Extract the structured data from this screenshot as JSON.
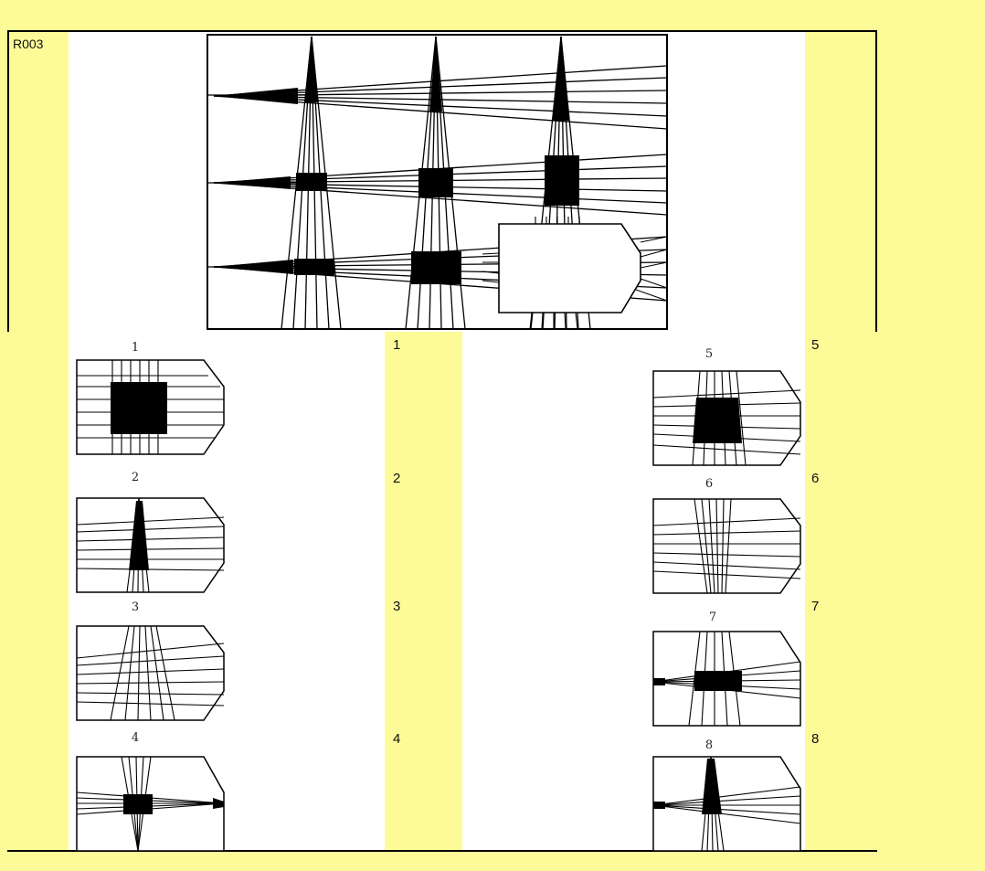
{
  "item_id": "R003",
  "options": [
    {
      "label": "1",
      "caption": "1"
    },
    {
      "label": "2",
      "caption": "2"
    },
    {
      "label": "3",
      "caption": "3"
    },
    {
      "label": "4",
      "caption": "4"
    },
    {
      "label": "5",
      "caption": "5"
    },
    {
      "label": "6",
      "caption": "6"
    },
    {
      "label": "7",
      "caption": "7"
    },
    {
      "label": "8",
      "caption": "8"
    }
  ],
  "colors": {
    "background": "#fdfb98",
    "panel": "#ffffff",
    "ink": "#000000"
  }
}
